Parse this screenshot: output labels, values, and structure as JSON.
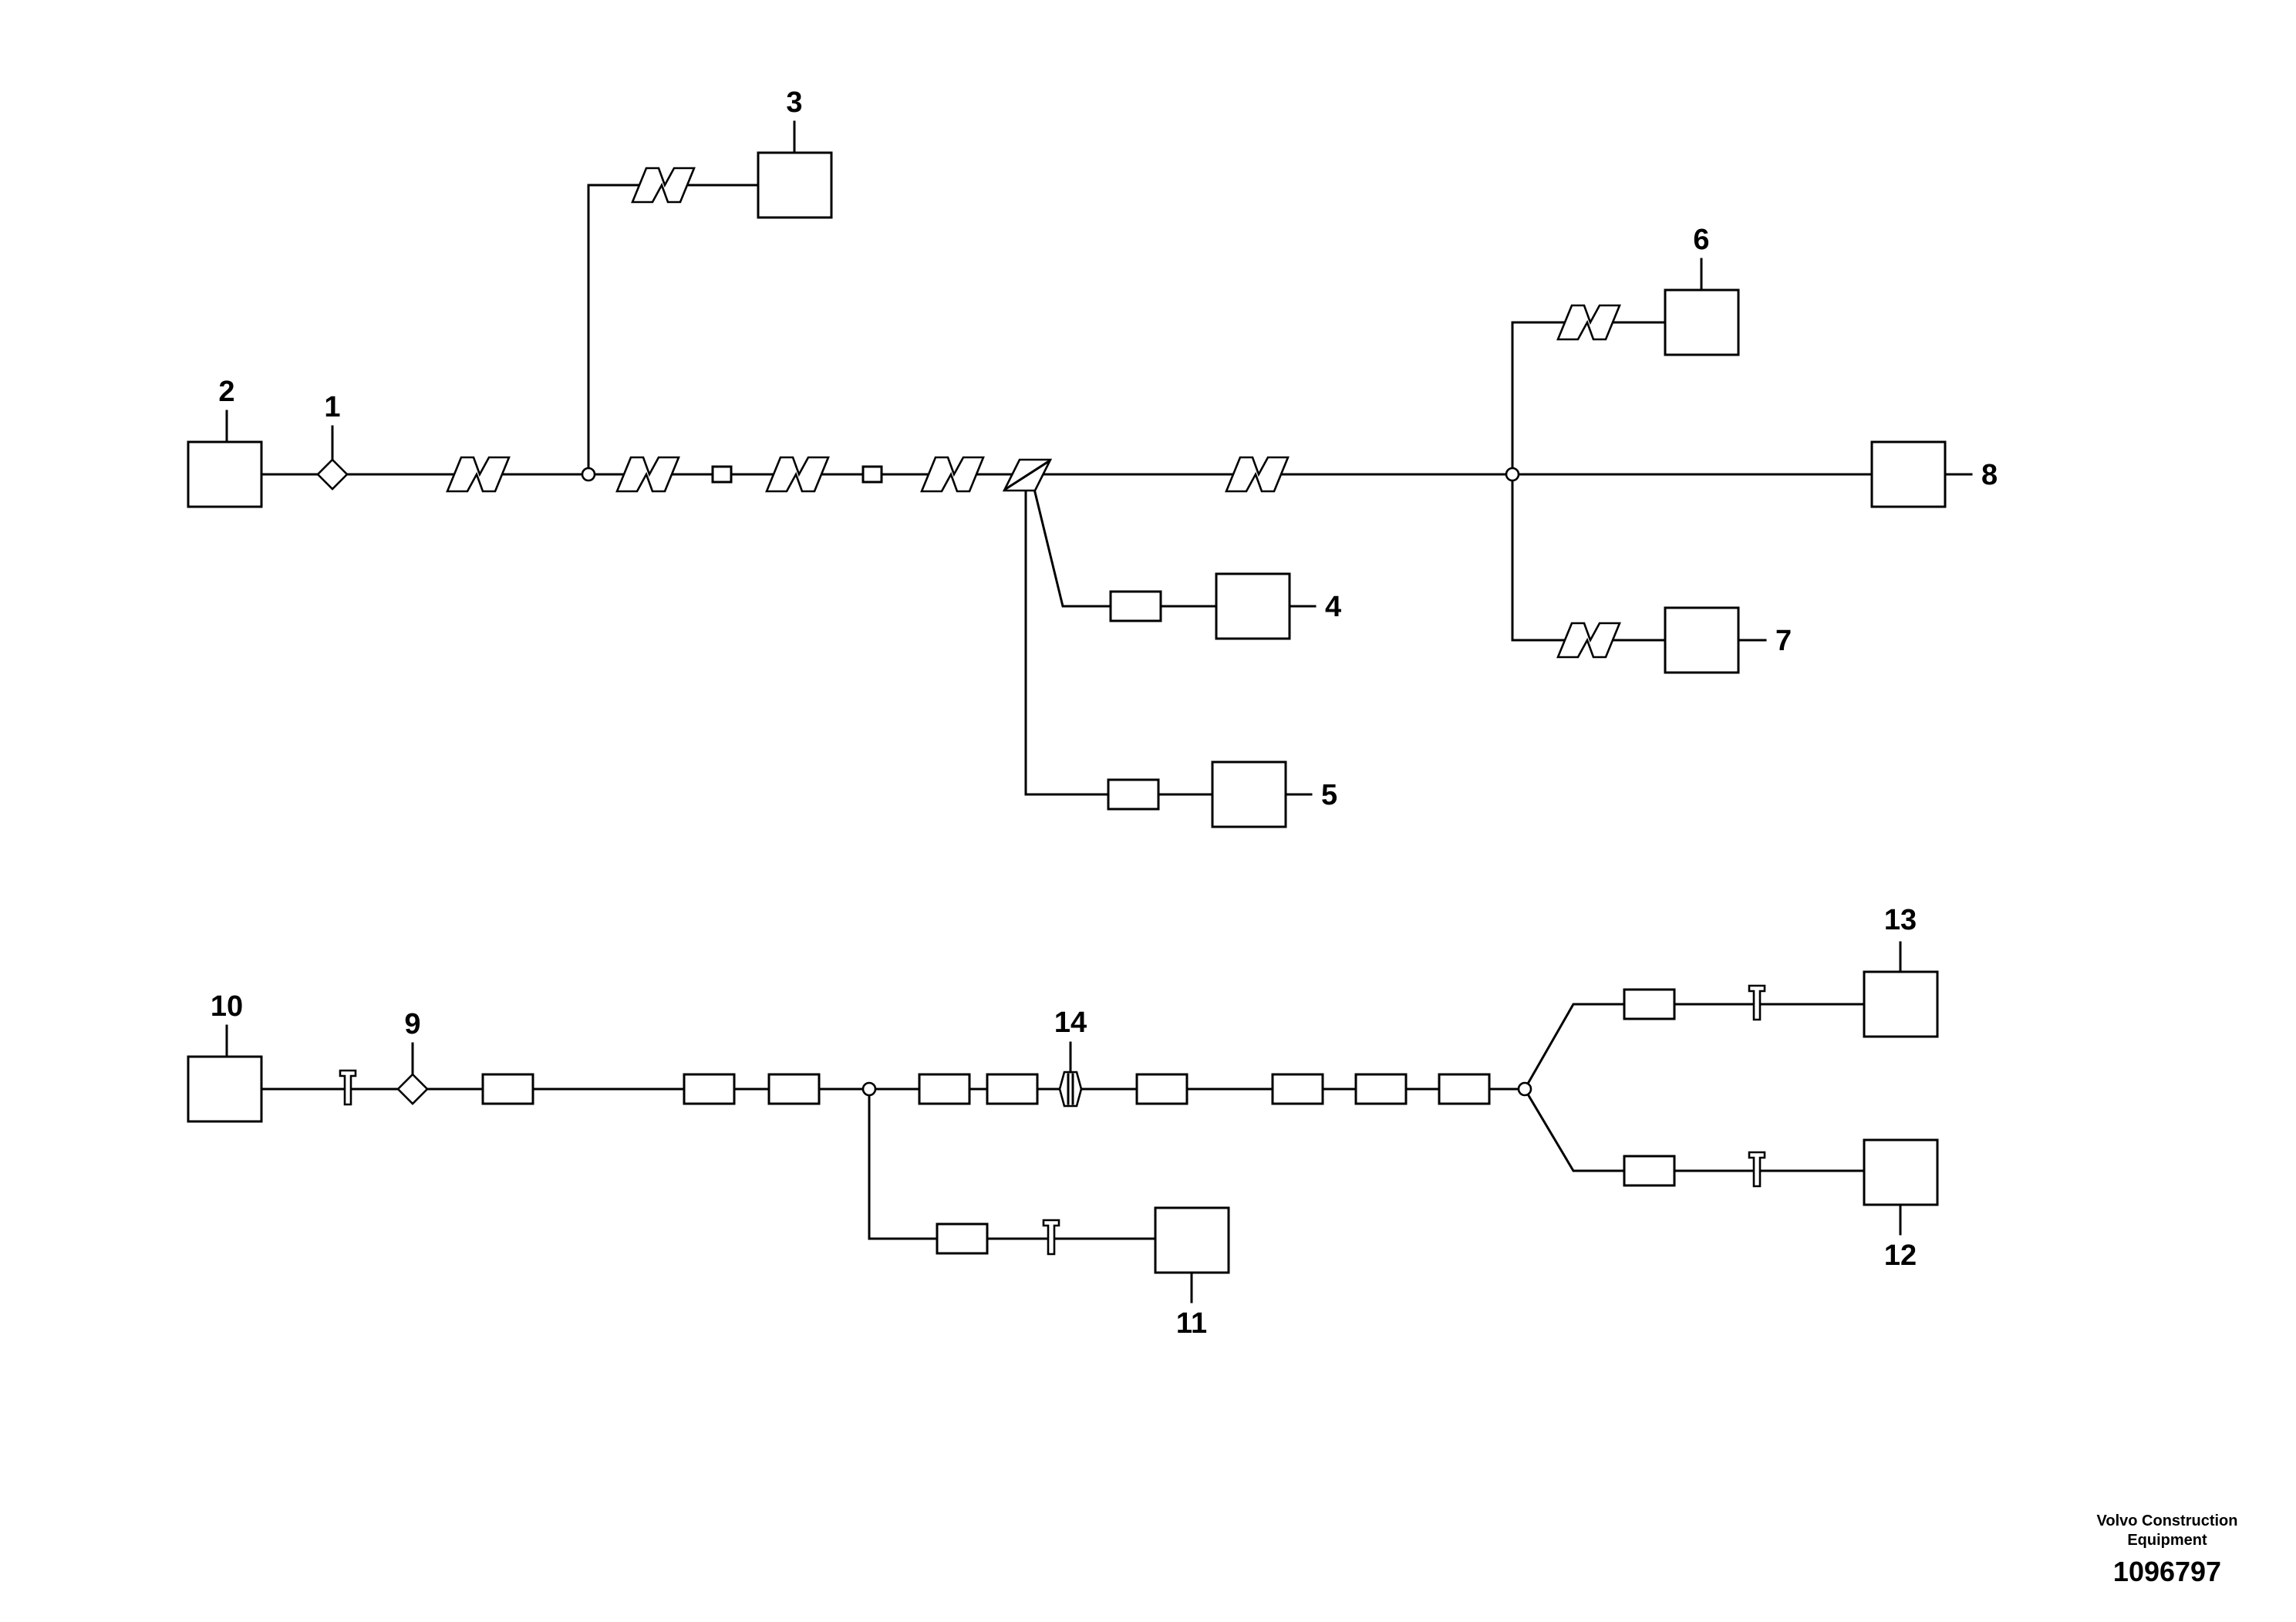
{
  "diagram": {
    "callouts": [
      "1",
      "2",
      "3",
      "4",
      "5",
      "6",
      "7",
      "8",
      "9",
      "10",
      "11",
      "12",
      "13",
      "14"
    ]
  },
  "footer": {
    "brand_line1": "Volvo Construction",
    "brand_line2": "Equipment",
    "document_number": "1096797"
  }
}
